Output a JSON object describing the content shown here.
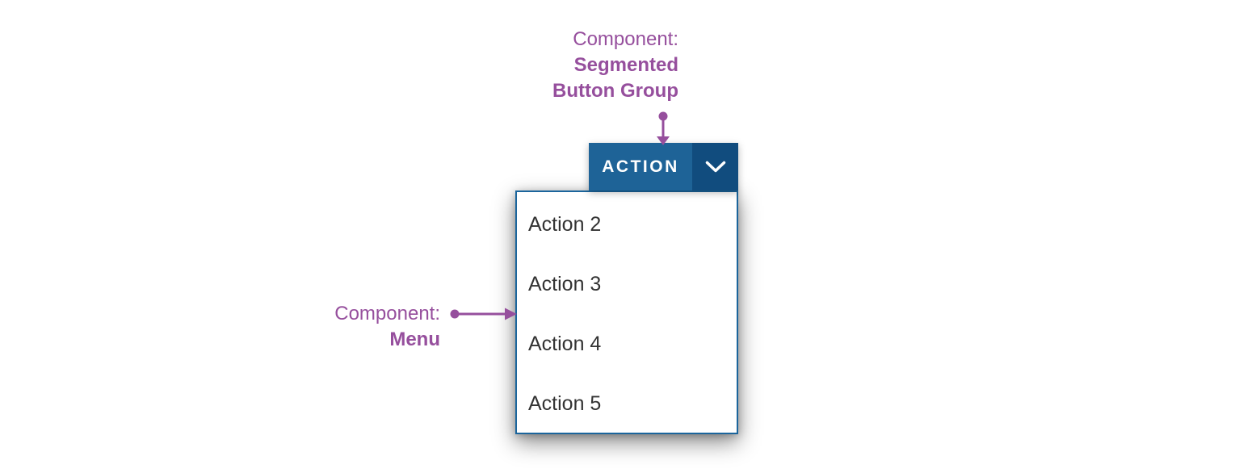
{
  "annotations": {
    "top": {
      "lines": [
        "Component:",
        "Segmented",
        "Button Group"
      ]
    },
    "left": {
      "lines": [
        "Component:",
        "Menu"
      ]
    }
  },
  "button_group": {
    "action_label": "ACTION",
    "dropdown_icon": "chevron-down-icon"
  },
  "menu": {
    "items": [
      {
        "label": "Action 2"
      },
      {
        "label": "Action 3"
      },
      {
        "label": "Action 4"
      },
      {
        "label": "Action 5"
      }
    ]
  },
  "colors": {
    "page_background": "#FFFFFF",
    "annotation_purple": "#964F9D",
    "button_primary_blue": "#1E6397",
    "button_dark_blue": "#114C7E",
    "button_text": "#FFFFFF",
    "menu_border_blue": "#1B659C",
    "menu_background": "#FFFFFF",
    "menu_text": "#333333"
  }
}
